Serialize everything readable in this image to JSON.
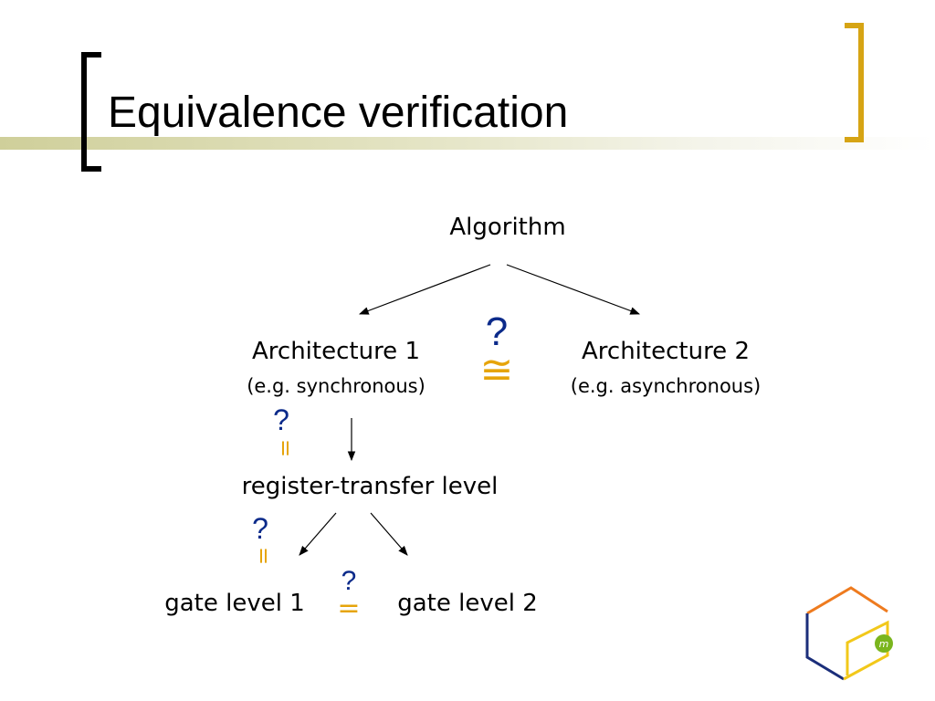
{
  "slide": {
    "title": "Equivalence verification"
  },
  "diagram": {
    "algorithm": "Algorithm",
    "arch1": {
      "name": "Architecture 1",
      "note": "(e.g. synchronous)"
    },
    "arch2": {
      "name": "Architecture 2",
      "note": "(e.g. asynchronous)"
    },
    "rtl": "register-transfer level",
    "gate1": "gate level 1",
    "gate2": "gate level 2",
    "question_mark": "?",
    "approx_equal_symbol": "≅",
    "equal_symbol": "=",
    "equal_symbol_vertical": "="
  },
  "colors": {
    "bracket_dark": "#000000",
    "bracket_gold": "#d6a414",
    "question": "#0b2a8a",
    "equality": "#e6a40a",
    "logo_orange": "#ee7b1f",
    "logo_navy": "#1b2e7a",
    "logo_yellow": "#f2c81a",
    "logo_green": "#7ab51d"
  },
  "logo": {
    "letter": "m"
  }
}
